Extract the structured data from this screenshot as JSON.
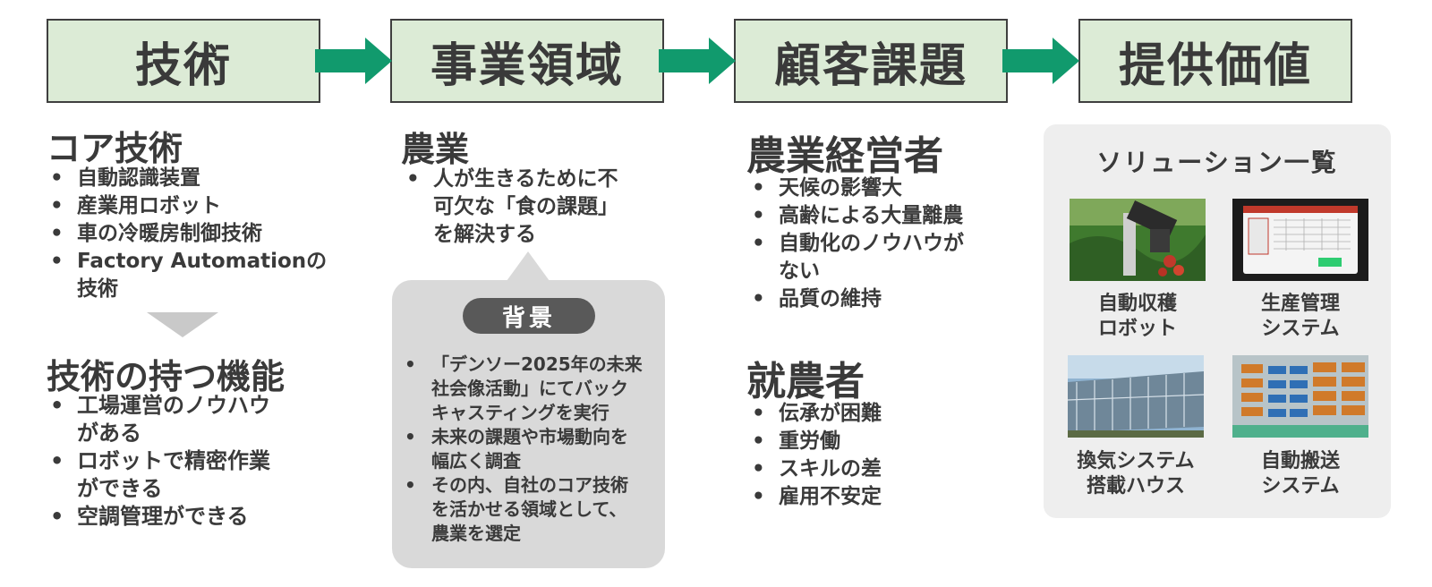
{
  "flow": {
    "steps": [
      "技術",
      "事業領域",
      "顧客課題",
      "提供価値"
    ],
    "arrow_color": "#119a6d",
    "box_color": "#dcebd6"
  },
  "tech": {
    "core_heading": "コア技術",
    "core_items": [
      "自動認識装置",
      "産業用ロボット",
      "車の冷暖房制御技術",
      "Factory Automationの\n技術"
    ],
    "func_heading": "技術の持つ機能",
    "func_items": [
      "工場運営のノウハウ\nがある",
      "ロボットで精密作業\nができる",
      "空調管理ができる"
    ]
  },
  "domain": {
    "heading": "農業",
    "items": [
      "人が生きるために不\n可欠な「食の課題」\nを解決する"
    ],
    "background": {
      "label": "背景",
      "items": [
        "「デンソー2025年の未来\n社会像活動」にてバック\nキャスティングを実行",
        "未来の課題や市場動向を\n幅広く調査",
        "その内、自社のコア技術\nを活かせる領域として、\n農業を選定"
      ]
    }
  },
  "customer": {
    "group1_heading": "農業経営者",
    "group1_items": [
      "天候の影響大",
      "高齢による大量離農",
      "自動化のノウハウが\nない",
      "品質の維持"
    ],
    "group2_heading": "就農者",
    "group2_items": [
      "伝承が困難",
      "重労働",
      "スキルの差",
      "雇用不安定"
    ]
  },
  "solutions": {
    "title": "ソリューション一覧",
    "items": [
      {
        "caption": "自動収穫\nロボット",
        "icon": "harvest-robot-photo"
      },
      {
        "caption": "生産管理\nシステム",
        "icon": "production-tablet-photo"
      },
      {
        "caption": "換気システム\n搭載ハウス",
        "icon": "greenhouse-photo"
      },
      {
        "caption": "自動搬送\nシステム",
        "icon": "conveyor-racks-photo"
      }
    ]
  }
}
